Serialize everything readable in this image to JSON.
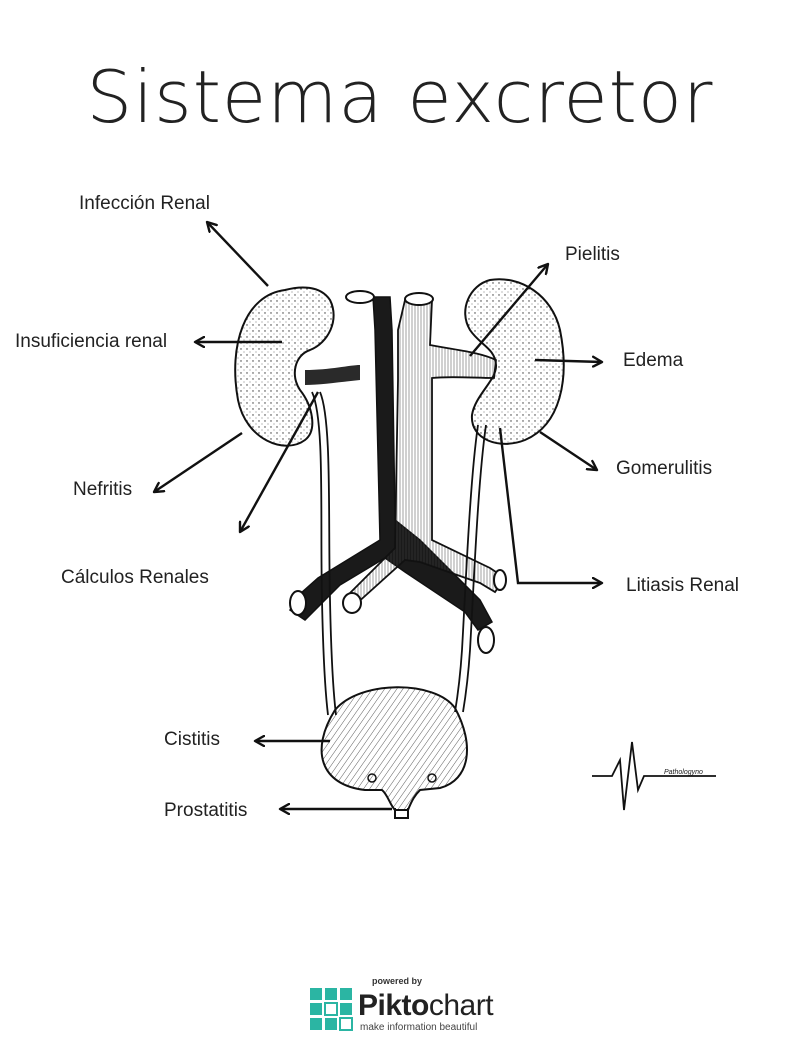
{
  "title": "Sistema excretor",
  "labels": {
    "infeccion_renal": "Infección Renal",
    "insuficiencia_renal": "Insuficiencia renal",
    "nefritis": "Nefritis",
    "calculos_renales": "Cálculos Renales",
    "pielitis": "Pielitis",
    "edema": "Edema",
    "gomerulitis": "Gomerulitis",
    "litiasis_renal": "Litiasis Renal",
    "cistitis": "Cistitis",
    "prostatitis": "Prostatitis"
  },
  "signature": {
    "text": "Pathologyno"
  },
  "footer": {
    "powered_by": "powered by",
    "brand_bold": "Pikto",
    "brand_light": "chart",
    "tagline": "make information beautiful"
  },
  "colors": {
    "ink": "#111111",
    "logo_teal": "#2bb5a3"
  }
}
